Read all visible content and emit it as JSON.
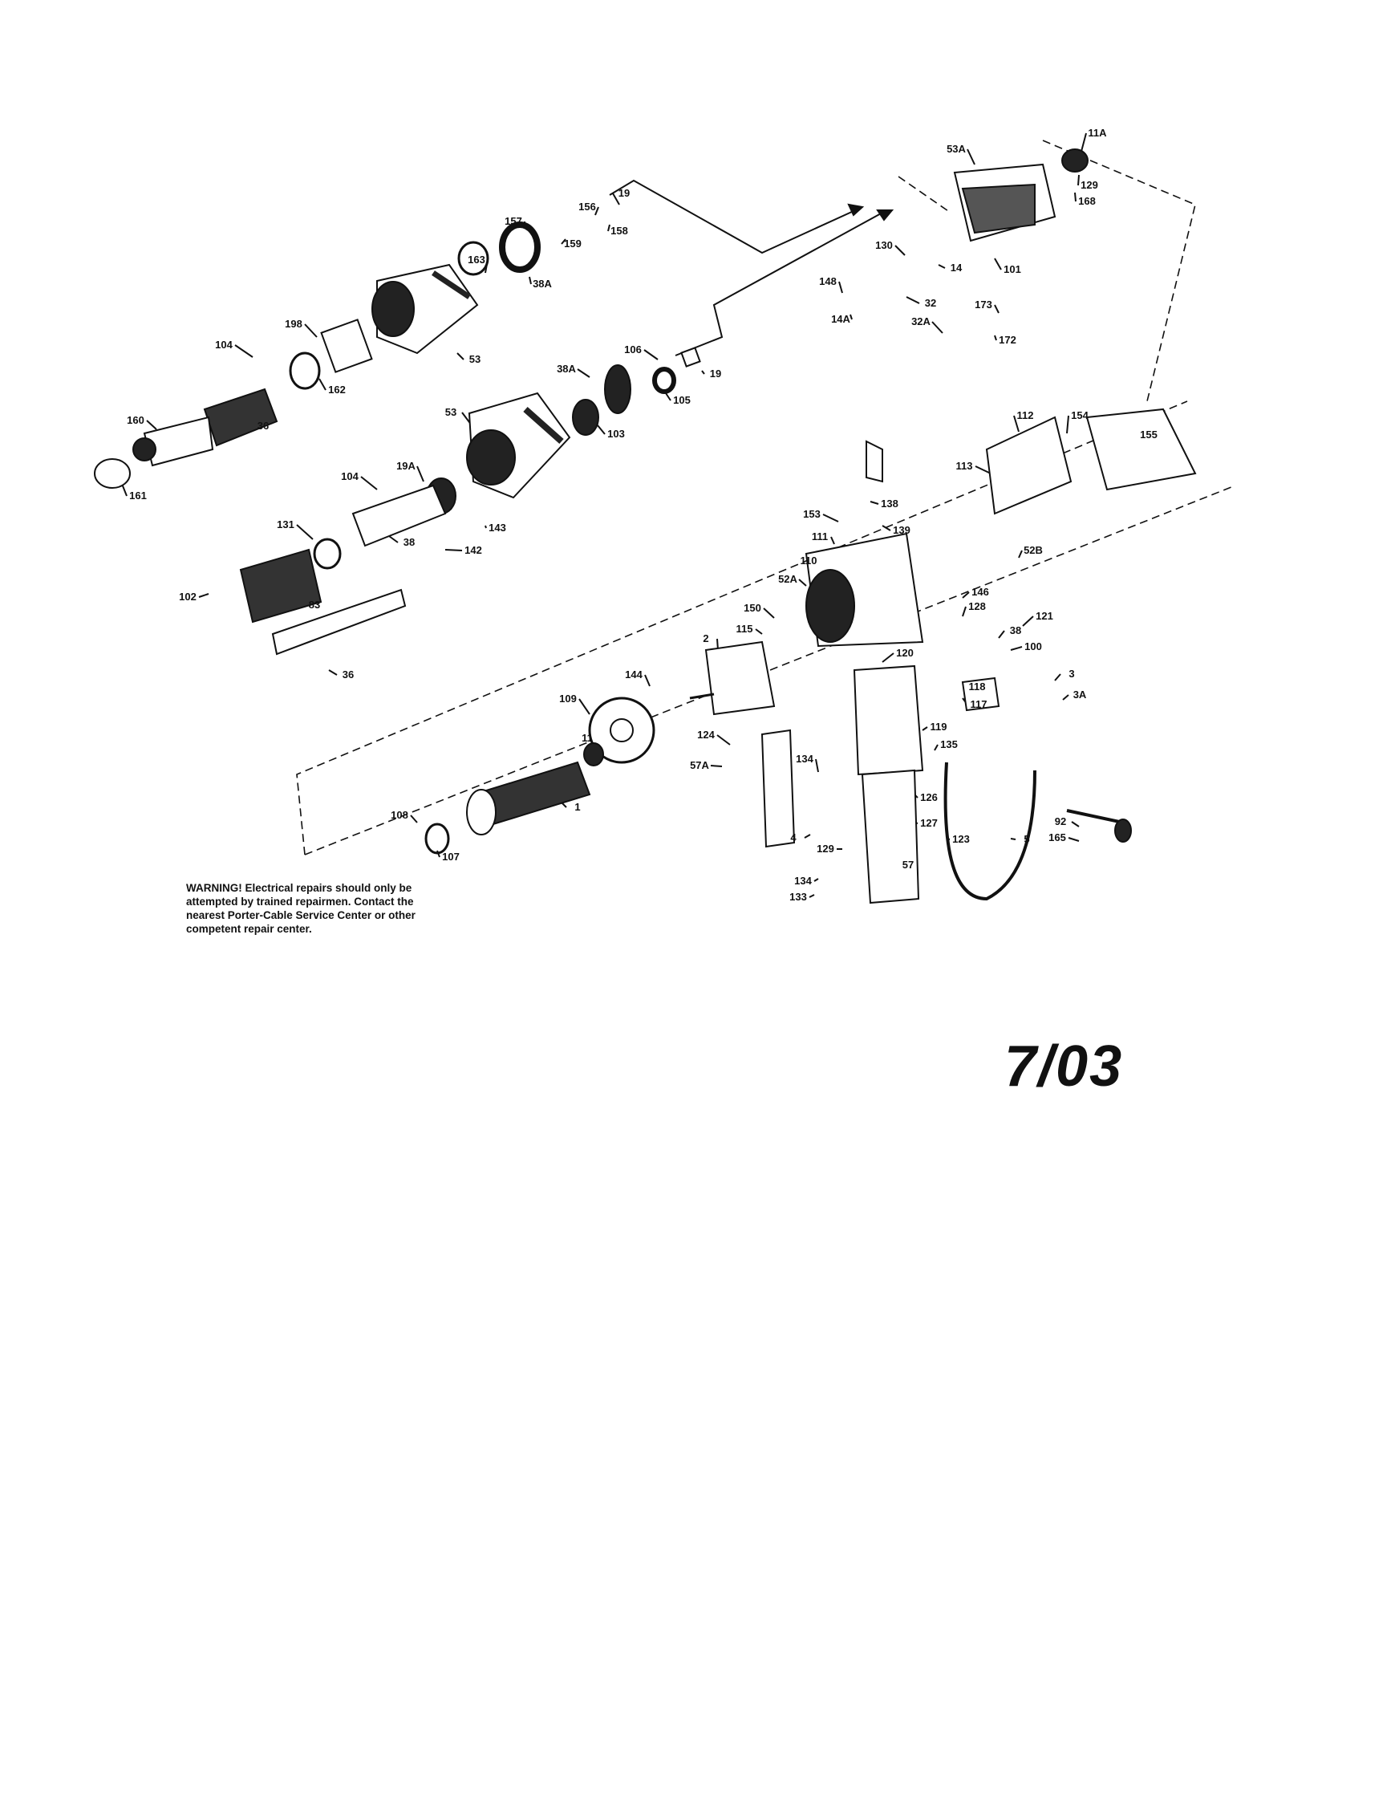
{
  "warning_text": "WARNING! Electrical repairs should only be\nattempted by trained repairmen. Contact the\nnearest Porter-Cable Service Center or other\ncompetent repair center.",
  "date_code": "7/03",
  "part_labels": [
    "11A",
    "53A",
    "129",
    "168",
    "19",
    "156",
    "158",
    "157",
    "159",
    "163",
    "38A",
    "130",
    "14",
    "101",
    "148",
    "32",
    "14A",
    "173",
    "32A",
    "172",
    "106",
    "19",
    "38A",
    "105",
    "104",
    "198",
    "53",
    "162",
    "160",
    "36",
    "161",
    "53",
    "103",
    "104",
    "19A",
    "131",
    "38",
    "143",
    "142",
    "102",
    "83",
    "36",
    "112",
    "154",
    "155",
    "113",
    "138",
    "153",
    "139",
    "111",
    "110",
    "52A",
    "52B",
    "146",
    "128",
    "121",
    "38",
    "100",
    "150",
    "115",
    "2",
    "3",
    "3A",
    "144",
    "120",
    "118",
    "117",
    "109",
    "11",
    "119",
    "124",
    "57A",
    "135",
    "134",
    "126",
    "127",
    "123",
    "5",
    "1",
    "108",
    "107",
    "4",
    "129",
    "134",
    "133",
    "57",
    "92",
    "165"
  ]
}
